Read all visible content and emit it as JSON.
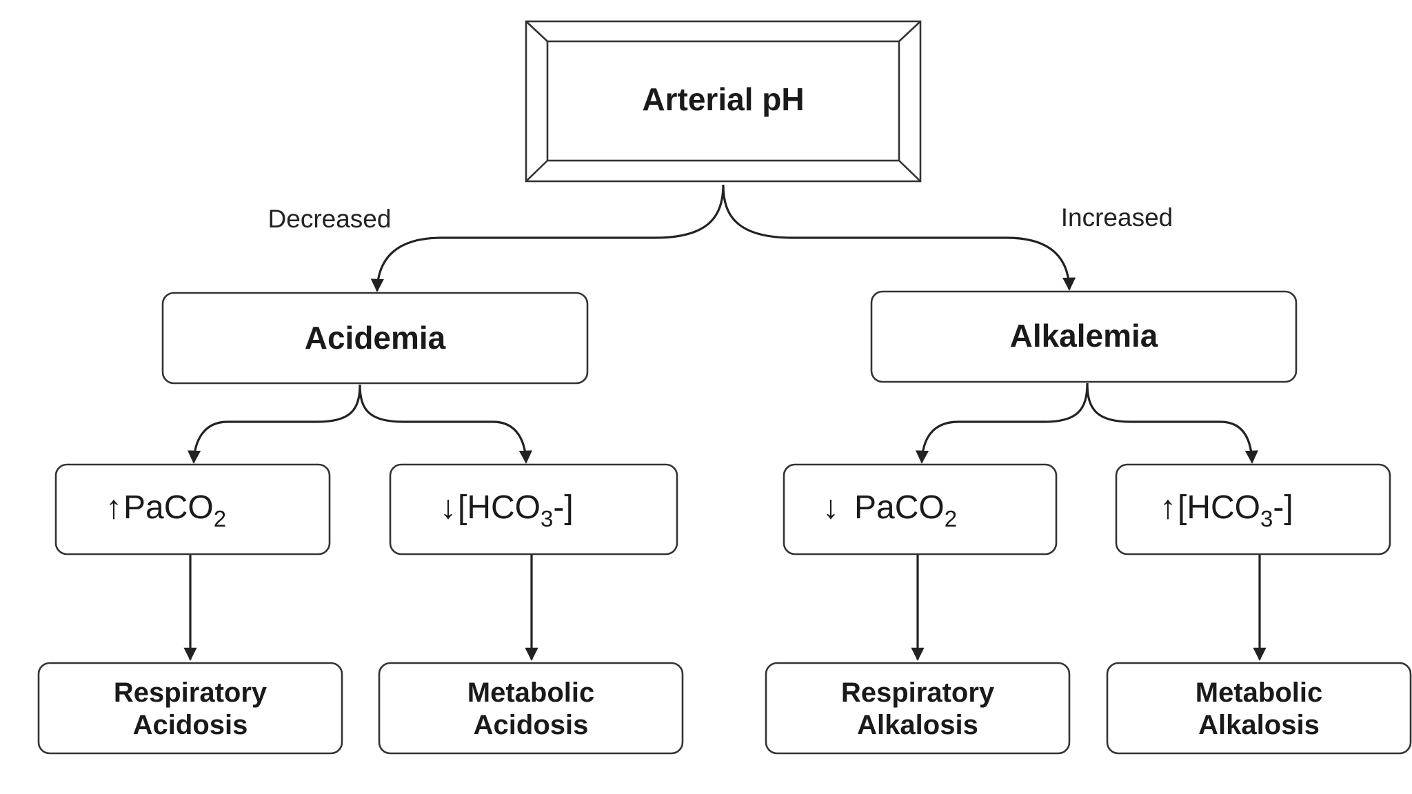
{
  "root": {
    "label": "Arterial pH"
  },
  "branches": {
    "left_label": "Decreased",
    "right_label": "Increased"
  },
  "states": {
    "acidemia": "Acidemia",
    "alkalemia": "Alkalemia"
  },
  "conditions": {
    "resp_acid": {
      "arrow": "↑",
      "text": "PaCO",
      "sub": "2",
      "tail": ""
    },
    "meta_acid": {
      "arrow": "↓",
      "text": "[HCO",
      "sub": "3",
      "tail": "-]"
    },
    "resp_alk": {
      "arrow": "↓",
      "text": "PaCO",
      "sub": "2",
      "tail": ""
    },
    "meta_alk": {
      "arrow": "↑",
      "text": "[HCO",
      "sub": "3",
      "tail": "-]"
    }
  },
  "outcomes": {
    "resp_acidosis": {
      "line1": "Respiratory",
      "line2": "Acidosis"
    },
    "meta_acidosis": {
      "line1": "Metabolic",
      "line2": "Acidosis"
    },
    "resp_alkalosis": {
      "line1": "Respiratory",
      "line2": "Alkalosis"
    },
    "meta_alkalosis": {
      "line1": "Metabolic",
      "line2": "Alkalosis"
    }
  },
  "colors": {
    "stroke": "#333333",
    "text": "#1a1a1a",
    "background": "#ffffff"
  }
}
